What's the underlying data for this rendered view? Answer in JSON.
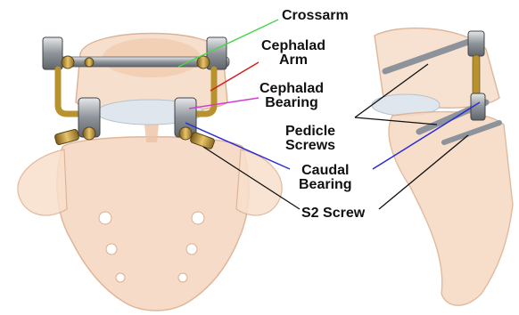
{
  "labels": {
    "crossarm": "Crossarm",
    "cephalad_arm": [
      "Cephalad",
      "Arm"
    ],
    "cephalad_bearing": [
      "Cephalad",
      "Bearing"
    ],
    "pedicle_screws": [
      "Pedicle",
      "Screws"
    ],
    "caudal_bearing": [
      "Caudal",
      "Bearing"
    ],
    "s2_screw": "S2 Screw"
  },
  "colors": {
    "crossarm_line": "#4cd44c",
    "cephalad_arm_line": "#d42020",
    "cephalad_bearing_line": "#d23cd2",
    "caudal_bearing_line": "#2a2ad6",
    "screw_line": "#111111",
    "bone": "#f4d2b8",
    "bone_edge": "#d9a787",
    "metal": "#9aa0a6",
    "brass": "#b89040"
  }
}
